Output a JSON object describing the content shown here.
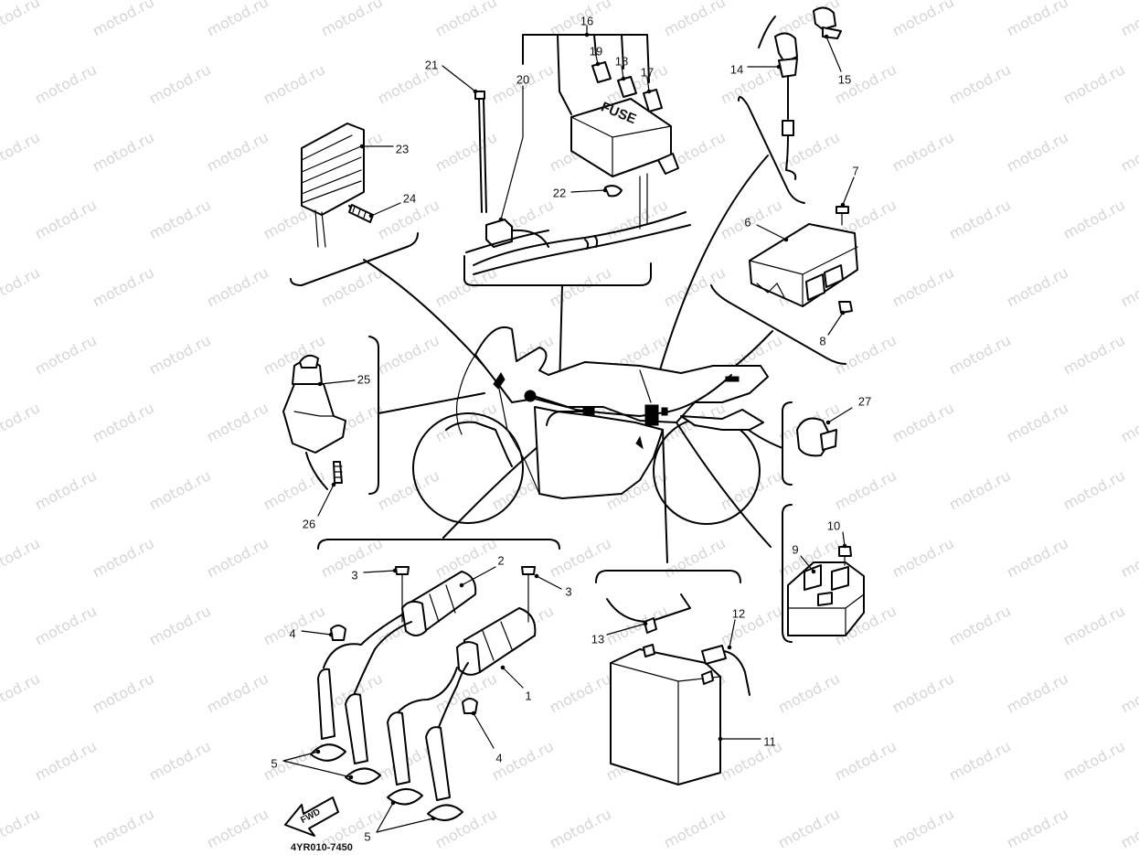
{
  "diagram": {
    "callouts": [
      {
        "id": "c1",
        "text": "1"
      },
      {
        "id": "c2",
        "text": "2"
      },
      {
        "id": "c3a",
        "text": "3"
      },
      {
        "id": "c3b",
        "text": "3"
      },
      {
        "id": "c4a",
        "text": "4"
      },
      {
        "id": "c4b",
        "text": "4"
      },
      {
        "id": "c5a",
        "text": "5"
      },
      {
        "id": "c5b",
        "text": "5"
      },
      {
        "id": "c6",
        "text": "6"
      },
      {
        "id": "c7",
        "text": "7"
      },
      {
        "id": "c8",
        "text": "8"
      },
      {
        "id": "c9",
        "text": "9"
      },
      {
        "id": "c10",
        "text": "10"
      },
      {
        "id": "c11",
        "text": "11"
      },
      {
        "id": "c12",
        "text": "12"
      },
      {
        "id": "c13",
        "text": "13"
      },
      {
        "id": "c14",
        "text": "14"
      },
      {
        "id": "c15",
        "text": "15"
      },
      {
        "id": "c16",
        "text": "16"
      },
      {
        "id": "c17",
        "text": "17"
      },
      {
        "id": "c18",
        "text": "18"
      },
      {
        "id": "c19",
        "text": "19"
      },
      {
        "id": "c20",
        "text": "20"
      },
      {
        "id": "c21",
        "text": "21"
      },
      {
        "id": "c22",
        "text": "22"
      },
      {
        "id": "c23",
        "text": "23"
      },
      {
        "id": "c24",
        "text": "24"
      },
      {
        "id": "c25",
        "text": "25"
      },
      {
        "id": "c26",
        "text": "26"
      },
      {
        "id": "c27",
        "text": "27"
      }
    ],
    "fuse_box_label": "FUSE",
    "fwd_arrow_label": "FWD",
    "drawing_code": "4YR010-7450",
    "watermark_text": "motod.ru"
  }
}
